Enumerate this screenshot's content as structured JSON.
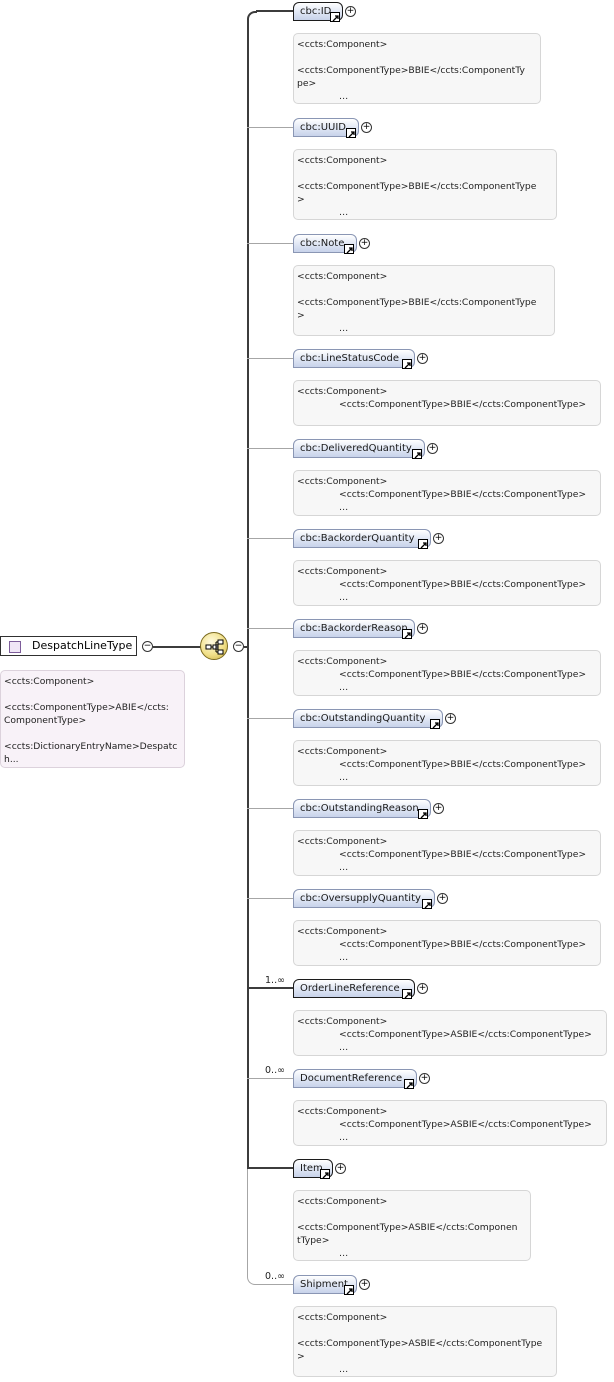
{
  "root": {
    "name": "DespatchLineType",
    "annotation": [
      "<ccts:Component>",
      "",
      "<ccts:ComponentType>ABIE</ccts:",
      "ComponentType>",
      "",
      "<ccts:DictionaryEntryName>Despatc",
      "h..."
    ]
  },
  "elements": [
    {
      "name": "cbc:ID",
      "card": "",
      "req": true,
      "ann": [
        "<ccts:Component>",
        "",
        "<ccts:ComponentType>BBIE</ccts:ComponentTy",
        "pe>",
        "…"
      ],
      "annStyle": "wrapped"
    },
    {
      "name": "cbc:UUID",
      "card": "",
      "req": false,
      "ann": [
        "<ccts:Component>",
        "",
        "<ccts:ComponentType>BBIE</ccts:ComponentType",
        ">",
        "…"
      ],
      "annStyle": "wrapped"
    },
    {
      "name": "cbc:Note",
      "card": "",
      "req": false,
      "ann": [
        "<ccts:Component>",
        "",
        "<ccts:ComponentType>BBIE</ccts:ComponentType",
        ">",
        "…"
      ],
      "annStyle": "wrapped"
    },
    {
      "name": "cbc:LineStatusCode",
      "card": "",
      "req": false,
      "ann": [
        "<ccts:Component>",
        "<ccts:ComponentType>BBIE</ccts:ComponentType>"
      ],
      "annStyle": "short"
    },
    {
      "name": "cbc:DeliveredQuantity",
      "card": "",
      "req": false,
      "ann": [
        "<ccts:Component>",
        "<ccts:ComponentType>BBIE</ccts:ComponentType>",
        "…"
      ],
      "annStyle": "indented"
    },
    {
      "name": "cbc:BackorderQuantity",
      "card": "",
      "req": false,
      "ann": [
        "<ccts:Component>",
        "<ccts:ComponentType>BBIE</ccts:ComponentType>",
        "…"
      ],
      "annStyle": "indented"
    },
    {
      "name": "cbc:BackorderReason",
      "card": "",
      "req": false,
      "ann": [
        "<ccts:Component>",
        "<ccts:ComponentType>BBIE</ccts:ComponentType>",
        "…"
      ],
      "annStyle": "indented"
    },
    {
      "name": "cbc:OutstandingQuantity",
      "card": "",
      "req": false,
      "ann": [
        "<ccts:Component>",
        "<ccts:ComponentType>BBIE</ccts:ComponentType>",
        "…"
      ],
      "annStyle": "indented"
    },
    {
      "name": "cbc:OutstandingReason",
      "card": "",
      "req": false,
      "ann": [
        "<ccts:Component>",
        "<ccts:ComponentType>BBIE</ccts:ComponentType>",
        "…"
      ],
      "annStyle": "indented"
    },
    {
      "name": "cbc:OversupplyQuantity",
      "card": "",
      "req": false,
      "ann": [
        "<ccts:Component>",
        "<ccts:ComponentType>BBIE</ccts:ComponentType>",
        "…"
      ],
      "annStyle": "indented"
    },
    {
      "name": "OrderLineReference",
      "card": "1..∞",
      "req": true,
      "ann": [
        "<ccts:Component>",
        "<ccts:ComponentType>ASBIE</ccts:ComponentType>",
        "…"
      ],
      "annStyle": "indented"
    },
    {
      "name": "DocumentReference",
      "card": "0..∞",
      "req": false,
      "ann": [
        "<ccts:Component>",
        "<ccts:ComponentType>ASBIE</ccts:ComponentType>",
        "…"
      ],
      "annStyle": "indented"
    },
    {
      "name": "Item",
      "card": "",
      "req": true,
      "ann": [
        "<ccts:Component>",
        "",
        "<ccts:ComponentType>ASBIE</ccts:Componen",
        "tType>",
        "…"
      ],
      "annStyle": "wrapped"
    },
    {
      "name": "Shipment",
      "card": "0..∞",
      "req": false,
      "ann": [
        "<ccts:Component>",
        "",
        "<ccts:ComponentType>ASBIE</ccts:ComponentType",
        ">",
        "…"
      ],
      "annStyle": "wrapped"
    }
  ],
  "icons": {
    "expand": "plus-circle-icon",
    "collapse": "minus-circle-icon",
    "link": "shortcut-arrow-icon",
    "sequence": "sequence-compositor-icon"
  },
  "colors": {
    "element_fill": "#dfe6f4",
    "element_border": "#8a96b4",
    "root_annotation": "#f8f2f8",
    "annotation": "#f7f7f7"
  }
}
